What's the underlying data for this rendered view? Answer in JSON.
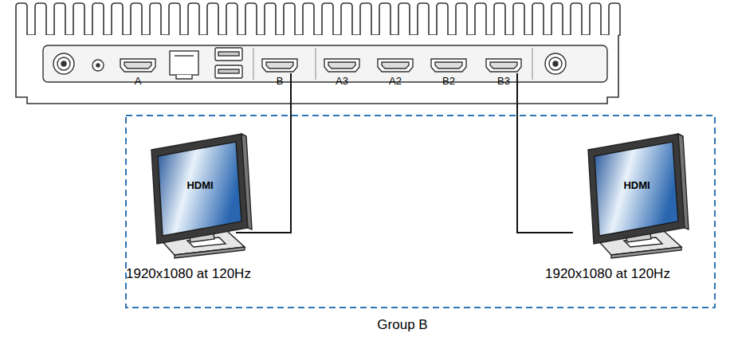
{
  "diagram": {
    "nodes": [
      {
        "text": [
          "Group B"
        ]
      },
      {
        "text": [
          "HDMI",
          "1920x1080 at 120Hz"
        ],
        "in": 0
      },
      {
        "text": [
          "HDMI",
          "1920x1080 at 120Hz"
        ],
        "in": 0
      }
    ],
    "labels": [
      "A",
      "B",
      "A3",
      "A2",
      "B2",
      "B3"
    ]
  }
}
